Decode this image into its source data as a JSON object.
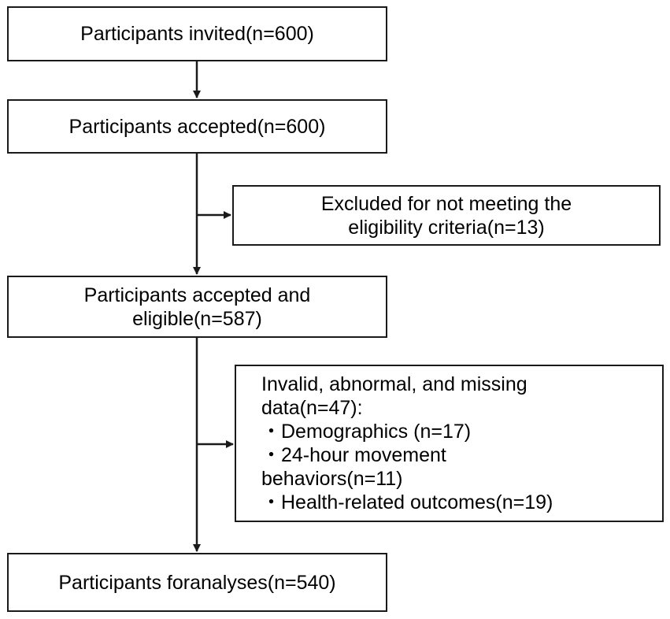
{
  "boxes": {
    "invited": "Participants invited(n=600)",
    "accepted": "Participants accepted(n=600)",
    "excluded": [
      "Excluded for not meeting the",
      "eligibility criteria(n=13)"
    ],
    "eligible": [
      "Participants accepted and",
      "eligible(n=587)"
    ],
    "invalid": [
      "Invalid, abnormal, and missing",
      "data(n=47):",
      "・Demographics (n=17)",
      "・24-hour movement",
      "behaviors(n=11)",
      "・Health-related outcomes(n=19)"
    ],
    "analyses": "Participants foranalyses(n=540)"
  }
}
